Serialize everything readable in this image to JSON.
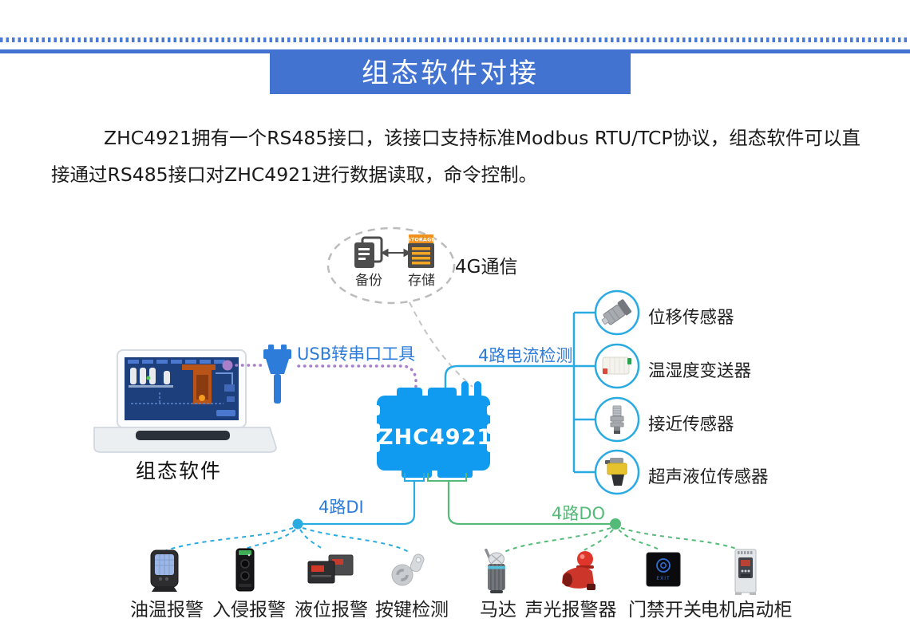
{
  "header": {
    "title": "组态软件对接"
  },
  "intro": "ZHC4921拥有一个RS485接口，该接口支持标准Modbus RTU/TCP协议，组态软件可以直接通过RS485接口对ZHC4921进行数据读取，命令控制。",
  "diagram": {
    "cloud": {
      "backup": "备份",
      "storage": "存储",
      "storage_badge": "STORAGE",
      "caption": "4G通信"
    },
    "laptop": {
      "label": "组态软件"
    },
    "usb": {
      "label": "USB转串口工具"
    },
    "device": {
      "label": "ZHC4921"
    },
    "buses": {
      "current": "4路电流检测",
      "di": "4路DI",
      "do": "4路DO"
    },
    "sensors": [
      {
        "label": "位移传感器"
      },
      {
        "label": "温湿度变送器"
      },
      {
        "label": "接近传感器"
      },
      {
        "label": "超声液位传感器"
      }
    ],
    "di_devices": [
      {
        "label": "油温报警"
      },
      {
        "label": "入侵报警"
      },
      {
        "label": "液位报警"
      },
      {
        "label": "按键检测"
      }
    ],
    "do_devices": [
      {
        "label": "马达"
      },
      {
        "label": "声光报警器"
      },
      {
        "label": "门禁开关",
        "badge": "EXIT"
      },
      {
        "label": "电机启动柜"
      }
    ]
  },
  "colors": {
    "banner_blue": "#4273d1",
    "device_blue": "#119bf0",
    "line_blue": "#29abe2",
    "label_blue": "#2e7cd9",
    "line_green": "#53bb77",
    "purple": "#a87fc9"
  }
}
